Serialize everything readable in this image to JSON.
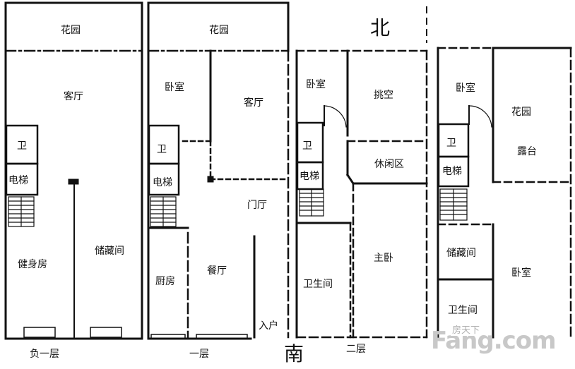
{
  "compass": {
    "north": "北",
    "south": "南"
  },
  "floors": [
    {
      "id": "b1",
      "label": "负一层",
      "rooms": {
        "garden": "花园",
        "living": "客厅",
        "bath": "卫",
        "elevator": "电梯",
        "gym": "健身房",
        "storage": "储藏间"
      }
    },
    {
      "id": "f1",
      "label": "一层",
      "rooms": {
        "garden": "花园",
        "bedroom": "卧室",
        "living": "客厅",
        "bath": "卫",
        "elevator": "电梯",
        "foyer": "门厅",
        "kitchen": "厨房",
        "dining": "餐厅",
        "entrance": "入户"
      }
    },
    {
      "id": "f2",
      "label": "二层",
      "rooms": {
        "bedroom": "卧室",
        "void": "挑空",
        "bath": "卫",
        "lounge": "休闲区",
        "elevator": "电梯",
        "master": "主卧",
        "bathroom": "卫生间"
      }
    },
    {
      "id": "f3",
      "label": "",
      "rooms": {
        "bedroom": "卧室",
        "garden": "花园",
        "terrace": "露台",
        "bath": "卫",
        "elevator": "电梯",
        "storage": "储藏间",
        "bedroom2": "卧室",
        "bathroom": "卫生间"
      }
    }
  ],
  "watermark": {
    "logo": "Fang.com",
    "text": "房天下"
  }
}
